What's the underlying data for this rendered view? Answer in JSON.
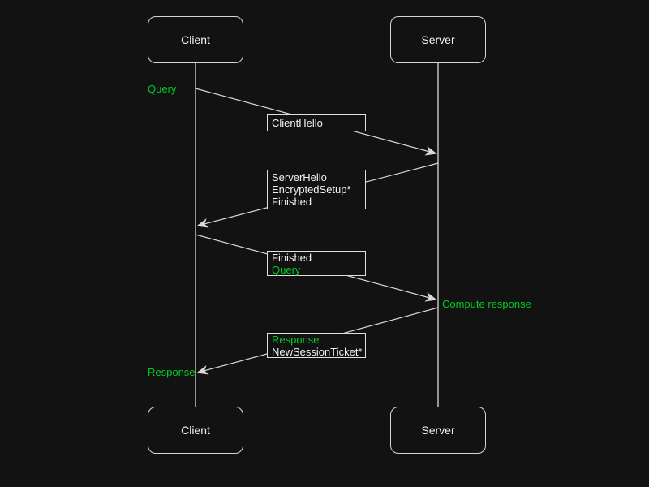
{
  "diagram": {
    "kind": "sequence-diagram",
    "colors": {
      "background": "#121212",
      "stroke": "#d9d9d9",
      "text": "#f2f2f2",
      "accent_green": "#00cc22"
    }
  },
  "actors": {
    "client": {
      "label": "Client"
    },
    "server": {
      "label": "Server"
    }
  },
  "annotations": {
    "query": {
      "text": "Query"
    },
    "compute_response": {
      "text": "Compute response"
    },
    "response": {
      "text": "Response"
    }
  },
  "messages": [
    {
      "name": "client-hello",
      "from": "Client",
      "to": "Server",
      "lines": [
        {
          "text": "ClientHello",
          "green": false
        }
      ]
    },
    {
      "name": "server-hello",
      "from": "Server",
      "to": "Client",
      "lines": [
        {
          "text": "ServerHello",
          "green": false
        },
        {
          "text": "EncryptedSetup*",
          "green": false
        },
        {
          "text": "Finished",
          "green": false
        }
      ]
    },
    {
      "name": "finished-query",
      "from": "Client",
      "to": "Server",
      "lines": [
        {
          "text": "Finished",
          "green": false
        },
        {
          "text": "Query",
          "green": true
        }
      ]
    },
    {
      "name": "response-ticket",
      "from": "Server",
      "to": "Client",
      "lines": [
        {
          "text": "Response",
          "green": true
        },
        {
          "text": "NewSessionTicket*",
          "green": false
        }
      ]
    }
  ]
}
